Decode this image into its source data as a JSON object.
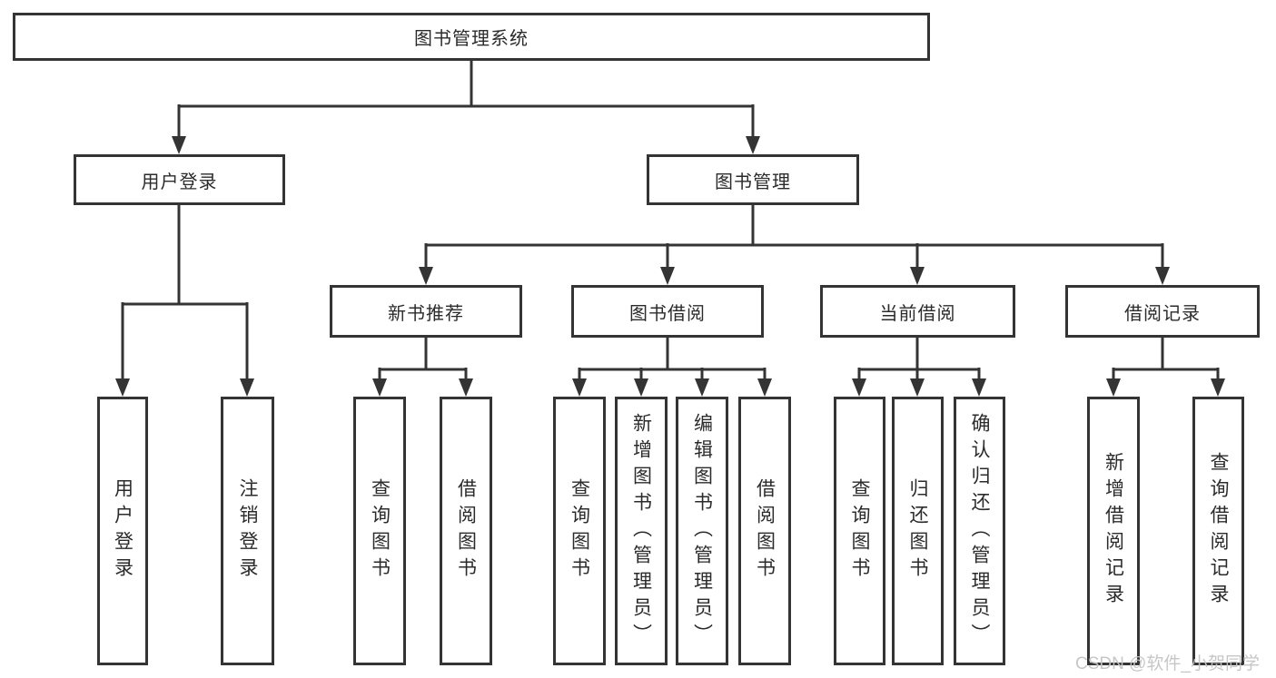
{
  "colors": {
    "line": "#343434",
    "text": "#2b2b2b",
    "background": "#ffffff",
    "watermark": "#c4c4c4"
  },
  "watermark": {
    "text": "CSDN @软件_小贺同学"
  },
  "tree": {
    "root": {
      "label": "图书管理系统"
    },
    "level2": [
      {
        "label": "用户登录",
        "leaves": [
          {
            "label": "用户登录"
          },
          {
            "label": "注销登录"
          }
        ]
      },
      {
        "label": "图书管理",
        "groups": [
          {
            "label": "新书推荐",
            "leaves": [
              {
                "label": "查询图书"
              },
              {
                "label": "借阅图书"
              }
            ]
          },
          {
            "label": "图书借阅",
            "leaves": [
              {
                "label": "查询图书"
              },
              {
                "label": "新增图书（管理员）"
              },
              {
                "label": "编辑图书（管理员）"
              },
              {
                "label": "借阅图书"
              }
            ]
          },
          {
            "label": "当前借阅",
            "leaves": [
              {
                "label": "查询图书"
              },
              {
                "label": "归还图书"
              },
              {
                "label": "确认归还（管理员）"
              }
            ]
          },
          {
            "label": "借阅记录",
            "leaves": [
              {
                "label": "新增借阅记录"
              },
              {
                "label": "查询借阅记录"
              }
            ]
          }
        ]
      }
    ]
  }
}
